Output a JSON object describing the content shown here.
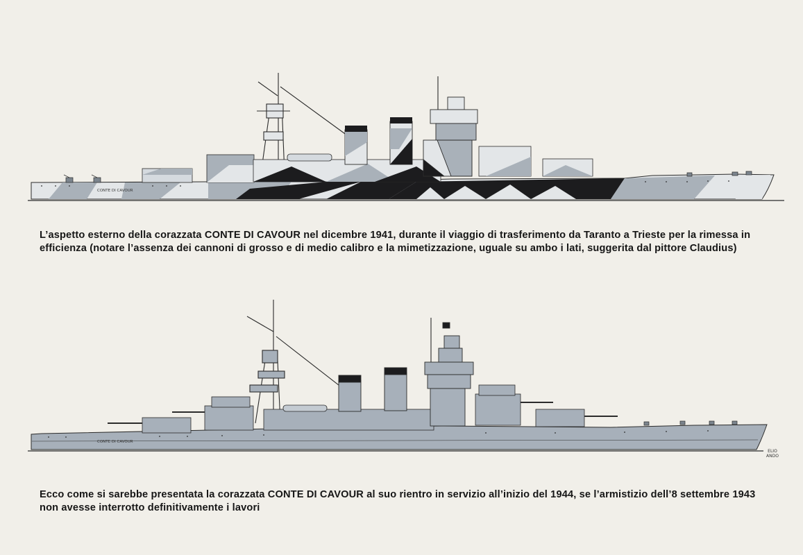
{
  "plate_1": {
    "ship_label": "CONTE DI CAVOUR",
    "caption": {
      "before": "L’aspetto esterno della corazzata ",
      "ship_name": "CONTE DI CAVOUR",
      "after": " nel dicembre 1941, durante il viaggio di trasferimento da Taranto a Trieste per la rimessa in efficienza (notare l’assenza dei cannoni di grosso e di medio calibro e la mimetizzazione, uguale su ambo i lati, suggerita dal pittore Claudius)"
    }
  },
  "plate_2": {
    "ship_label": "CONTE DI CAVOUR",
    "caption": {
      "before": "Ecco come si sarebbe presentata la corazzata ",
      "ship_name": "CONTE DI CAVOUR",
      "after": " al suo rientro in servizio all’inizio del 1944, se l’armistizio dell’8 settembre 1943 non avesse interrotto definitivamente i lavori"
    }
  },
  "signature": {
    "line1": "ELIO",
    "line2": "ANDO"
  },
  "colors": {
    "paper": "#f1efe9",
    "camo_light": "#e3e6e8",
    "camo_mid": "#a9b1b9",
    "camo_dark": "#1c1c1e",
    "hull_grey": "#a7b0ba",
    "outline": "#2b2b2b"
  }
}
